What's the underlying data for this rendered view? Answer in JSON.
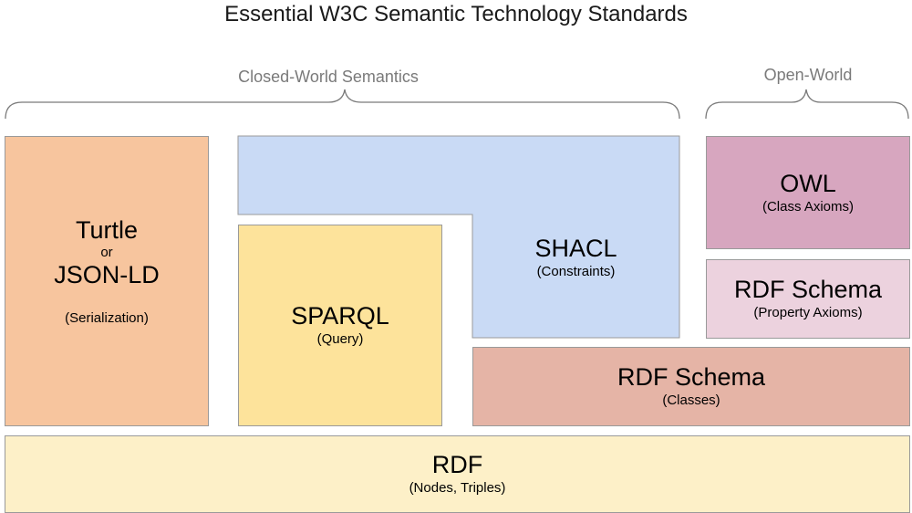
{
  "title": "Essential W3C Semantic Technology Standards",
  "groups": {
    "closed": "Closed-World Semantics",
    "open": "Open-World"
  },
  "blocks": {
    "serialization": {
      "line1": "Turtle",
      "connector": "or",
      "line2": "JSON-LD",
      "subtitle": "(Serialization)",
      "color": "#f7c59e"
    },
    "sparql": {
      "label": "SPARQL",
      "subtitle": "(Query)",
      "color": "#fde39b"
    },
    "shacl": {
      "label": "SHACL",
      "subtitle": "(Constraints)",
      "color": "#c9daf5"
    },
    "owl": {
      "label": "OWL",
      "subtitle": "(Class Axioms)",
      "color": "#d7a6bf"
    },
    "rdfs_property": {
      "label": "RDF Schema",
      "subtitle": "(Property Axioms)",
      "color": "#ecd2de"
    },
    "rdfs_classes": {
      "label": "RDF Schema",
      "subtitle": "(Classes)",
      "color": "#e5b4a6"
    },
    "rdf": {
      "label": "RDF",
      "subtitle": "(Nodes, Triples)",
      "color": "#fdf0c8"
    }
  }
}
